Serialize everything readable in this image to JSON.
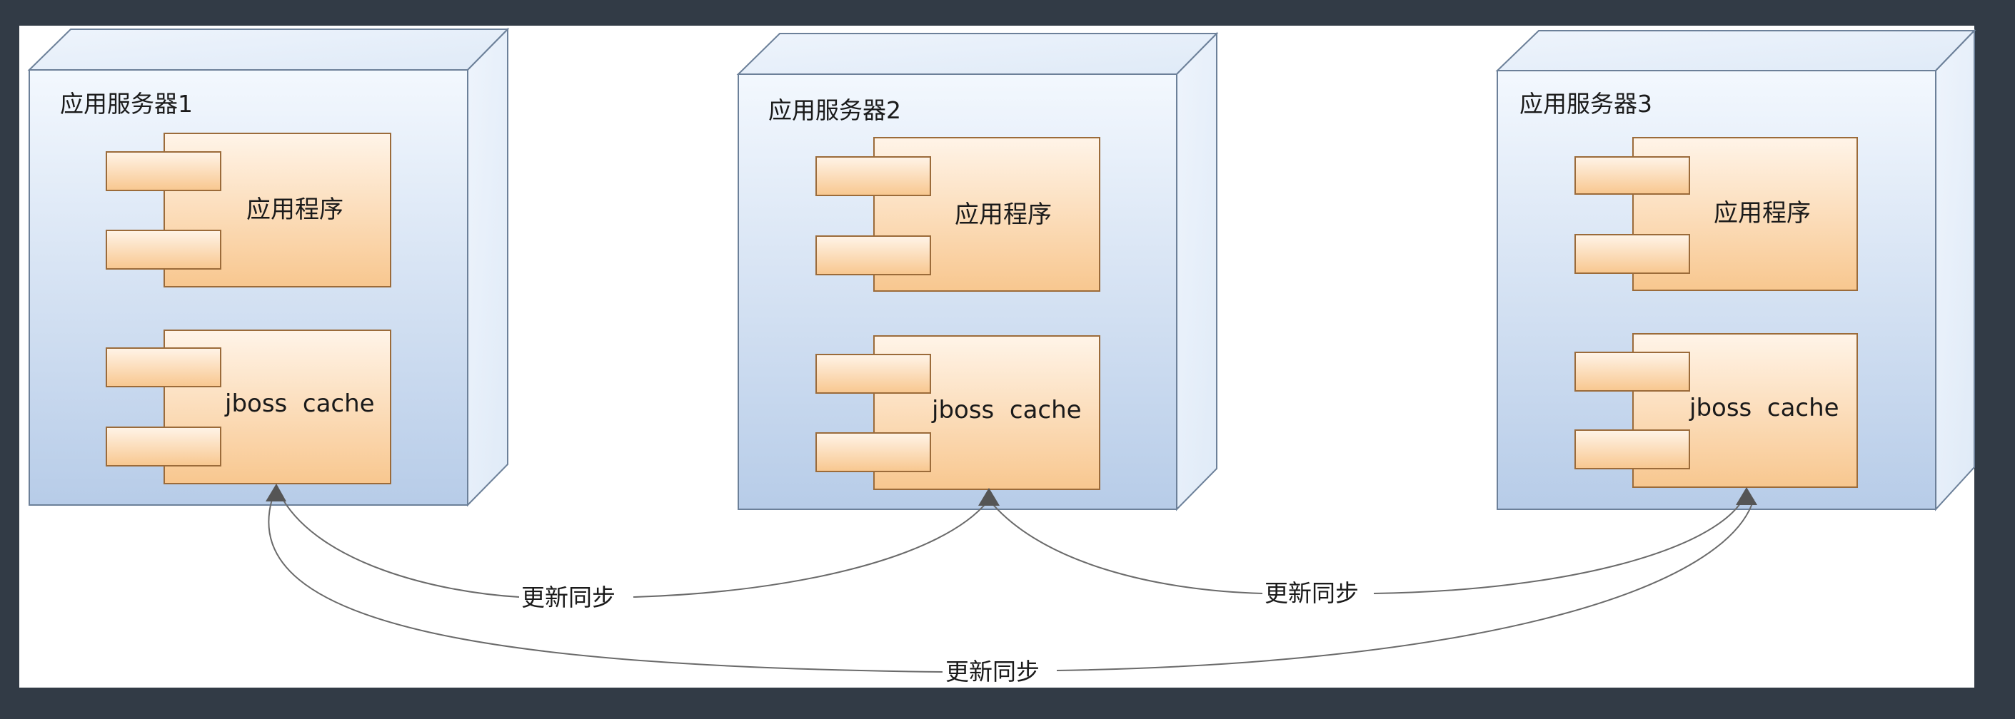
{
  "servers": [
    {
      "title": "应用服务器1",
      "app_label": "应用程序",
      "cache_label": "jboss  cache"
    },
    {
      "title": "应用服务器2",
      "app_label": "应用程序",
      "cache_label": "jboss  cache"
    },
    {
      "title": "应用服务器3",
      "app_label": "应用程序",
      "cache_label": "jboss  cache"
    }
  ],
  "sync_labels": {
    "s1_s2": "更新同步",
    "s2_s3": "更新同步",
    "s1_s3": "更新同步"
  },
  "colors": {
    "frame_bg": "#323b46",
    "canvas_bg": "#ffffff",
    "node_top": "#f3f8fe",
    "node_bottom": "#b7cce8",
    "node_stroke": "#6c8099",
    "component_top": "#fff4e8",
    "component_bottom": "#f8c78f",
    "component_stroke": "#9b6b3a",
    "connector": "#6a6a6a"
  }
}
